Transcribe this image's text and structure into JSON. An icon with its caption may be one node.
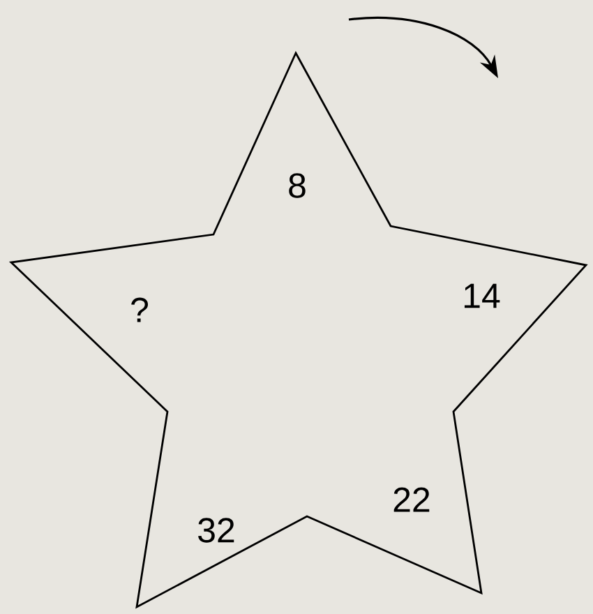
{
  "diagram": {
    "nodes": [
      {
        "text": [
          "8",
          "14",
          "22",
          "32",
          "?"
        ]
      }
    ]
  }
}
